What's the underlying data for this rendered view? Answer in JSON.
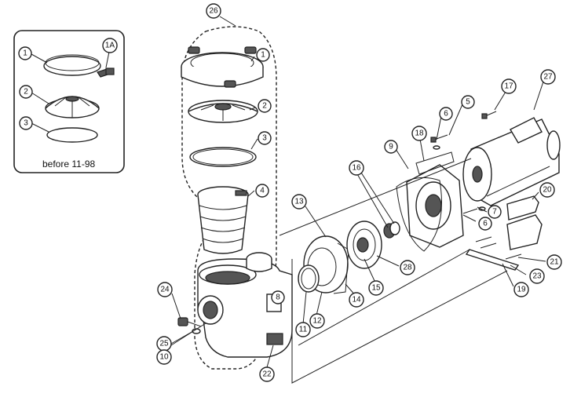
{
  "inset": {
    "caption": "before 11-98"
  },
  "callouts": [
    {
      "id": "inset-1",
      "label": "1"
    },
    {
      "id": "inset-1a",
      "label": "1A"
    },
    {
      "id": "inset-2",
      "label": "2"
    },
    {
      "id": "inset-3",
      "label": "3"
    },
    {
      "id": "c26",
      "label": "26"
    },
    {
      "id": "c1",
      "label": "1"
    },
    {
      "id": "c2",
      "label": "2"
    },
    {
      "id": "c3",
      "label": "3"
    },
    {
      "id": "c4",
      "label": "4"
    },
    {
      "id": "c27",
      "label": "27"
    },
    {
      "id": "c17",
      "label": "17"
    },
    {
      "id": "c5",
      "label": "5"
    },
    {
      "id": "c6a",
      "label": "6"
    },
    {
      "id": "c18",
      "label": "18"
    },
    {
      "id": "c9",
      "label": "9"
    },
    {
      "id": "c16",
      "label": "16"
    },
    {
      "id": "c13",
      "label": "13"
    },
    {
      "id": "c7",
      "label": "7"
    },
    {
      "id": "c6b",
      "label": "6"
    },
    {
      "id": "c20",
      "label": "20"
    },
    {
      "id": "c28",
      "label": "28"
    },
    {
      "id": "c21",
      "label": "21"
    },
    {
      "id": "c23",
      "label": "23"
    },
    {
      "id": "c19",
      "label": "19"
    },
    {
      "id": "c15",
      "label": "15"
    },
    {
      "id": "c14",
      "label": "14"
    },
    {
      "id": "c8",
      "label": "8"
    },
    {
      "id": "c12",
      "label": "12"
    },
    {
      "id": "c11",
      "label": "11"
    },
    {
      "id": "c24",
      "label": "24"
    },
    {
      "id": "c25",
      "label": "25"
    },
    {
      "id": "c10",
      "label": "10"
    },
    {
      "id": "c22",
      "label": "22"
    }
  ]
}
